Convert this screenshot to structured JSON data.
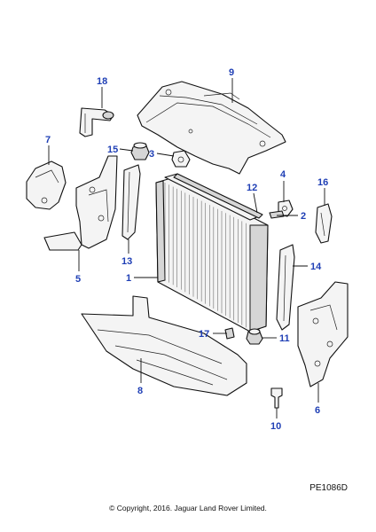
{
  "diagram": {
    "callouts": [
      "1",
      "2",
      "3",
      "4",
      "5",
      "6",
      "7",
      "8",
      "9",
      "10",
      "11",
      "12",
      "13",
      "14",
      "15",
      "16",
      "17",
      "18"
    ],
    "reference_code": "PE1086D",
    "copyright": "© Copyright, 2016. Jaguar Land Rover Limited."
  },
  "colors": {
    "callout": "#1f3fb5",
    "line": "#111111"
  }
}
